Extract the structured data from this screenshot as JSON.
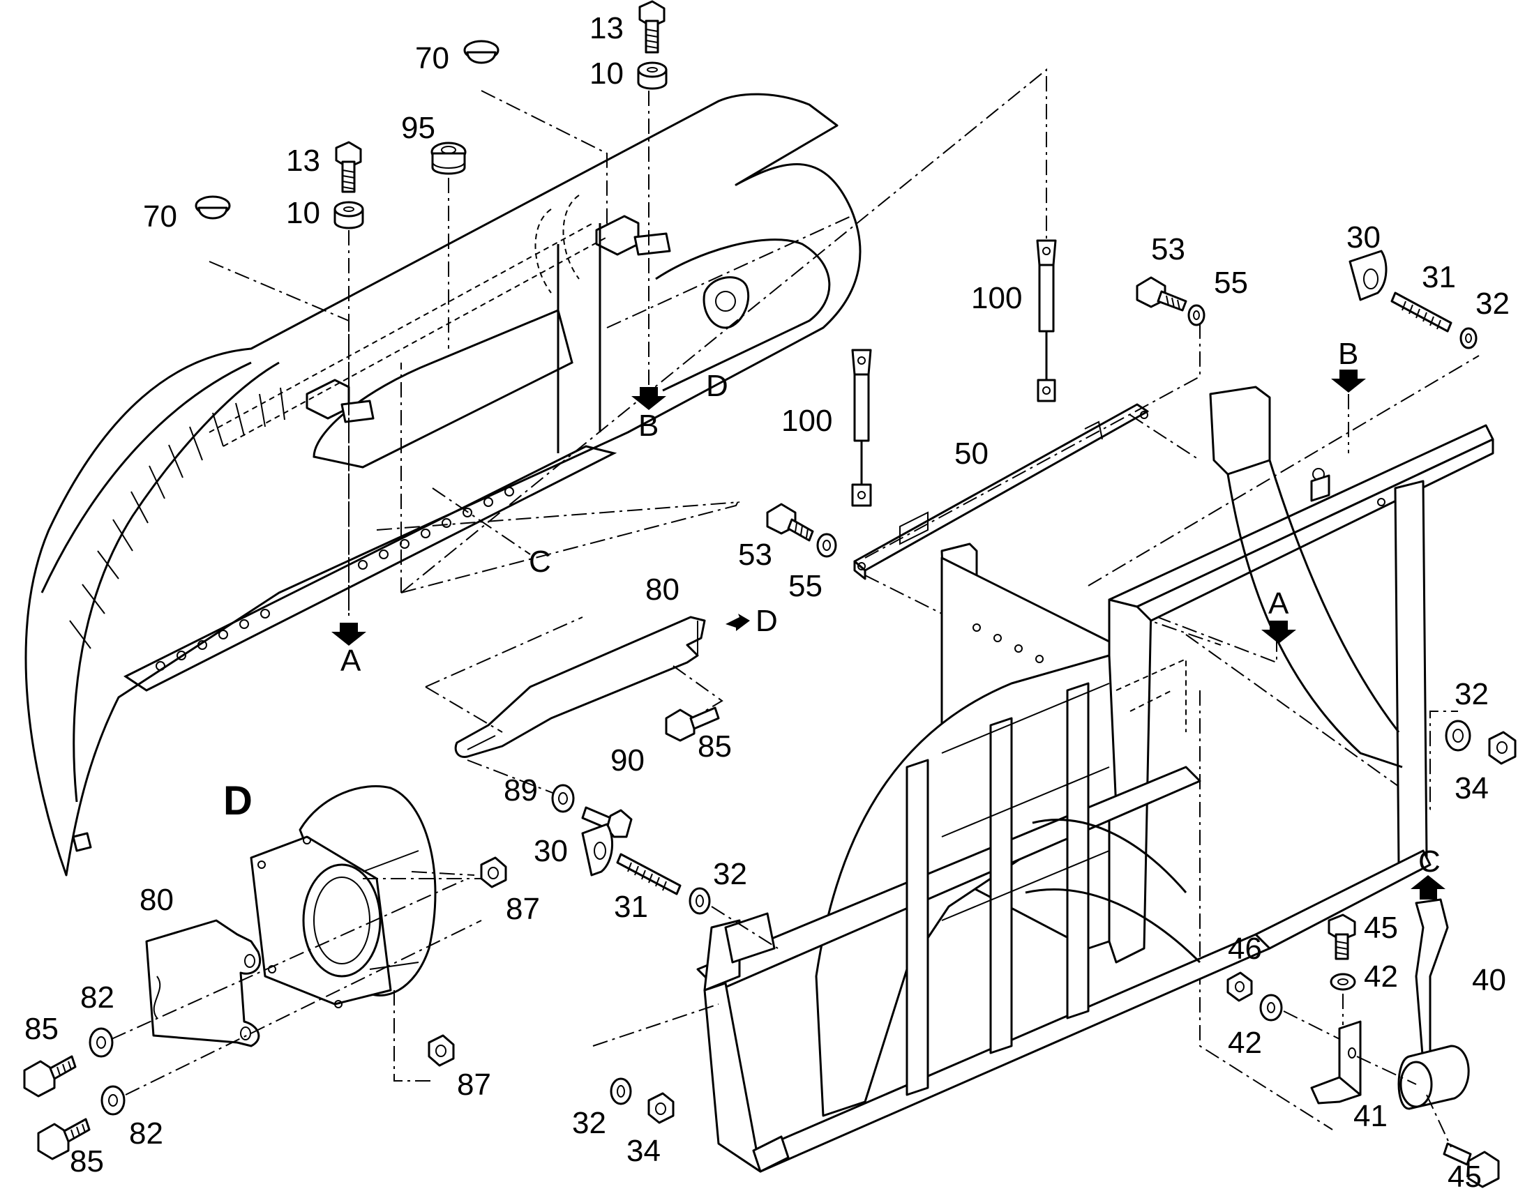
{
  "detail_title": "D",
  "callouts": [
    {
      "id": "c-13-top",
      "text": "13"
    },
    {
      "id": "c-10-top",
      "text": "10"
    },
    {
      "id": "c-70-top",
      "text": "70"
    },
    {
      "id": "c-95",
      "text": "95"
    },
    {
      "id": "c-13-left",
      "text": "13"
    },
    {
      "id": "c-10-left",
      "text": "10"
    },
    {
      "id": "c-70-left",
      "text": "70"
    },
    {
      "id": "c-100-a",
      "text": "100"
    },
    {
      "id": "c-100-b",
      "text": "100"
    },
    {
      "id": "c-53-top",
      "text": "53"
    },
    {
      "id": "c-55-top",
      "text": "55"
    },
    {
      "id": "c-30-top",
      "text": "30"
    },
    {
      "id": "c-31-top",
      "text": "31"
    },
    {
      "id": "c-32-top",
      "text": "32"
    },
    {
      "id": "c-50",
      "text": "50"
    },
    {
      "id": "c-53-mid",
      "text": "53"
    },
    {
      "id": "c-55-mid",
      "text": "55"
    },
    {
      "id": "c-80-mid",
      "text": "80"
    },
    {
      "id": "c-85-mid",
      "text": "85"
    },
    {
      "id": "c-90",
      "text": "90"
    },
    {
      "id": "c-89",
      "text": "89"
    },
    {
      "id": "c-30-mid",
      "text": "30"
    },
    {
      "id": "c-31-mid",
      "text": "31"
    },
    {
      "id": "c-32-mid",
      "text": "32"
    },
    {
      "id": "c-32-right",
      "text": "32"
    },
    {
      "id": "c-34-right",
      "text": "34"
    },
    {
      "id": "c-87-top",
      "text": "87"
    },
    {
      "id": "c-87-bot",
      "text": "87"
    },
    {
      "id": "c-80-det",
      "text": "80"
    },
    {
      "id": "c-82-top",
      "text": "82"
    },
    {
      "id": "c-82-bot",
      "text": "82"
    },
    {
      "id": "c-85-det-top",
      "text": "85"
    },
    {
      "id": "c-85-det-bot",
      "text": "85"
    },
    {
      "id": "c-32-bot",
      "text": "32"
    },
    {
      "id": "c-34-bot",
      "text": "34"
    },
    {
      "id": "c-46",
      "text": "46"
    },
    {
      "id": "c-42-left",
      "text": "42"
    },
    {
      "id": "c-45-top",
      "text": "45"
    },
    {
      "id": "c-42-right",
      "text": "42"
    },
    {
      "id": "c-40",
      "text": "40"
    },
    {
      "id": "c-41",
      "text": "41"
    },
    {
      "id": "c-45-bot",
      "text": "45"
    }
  ],
  "ref_letters": [
    {
      "id": "r-B-upper",
      "text": "B"
    },
    {
      "id": "r-D-upper",
      "text": "D"
    },
    {
      "id": "r-C-upper",
      "text": "C"
    },
    {
      "id": "r-A-upper",
      "text": "A"
    },
    {
      "id": "r-D-bracket",
      "text": "D"
    },
    {
      "id": "r-B-frame",
      "text": "B"
    },
    {
      "id": "r-A-frame",
      "text": "A"
    },
    {
      "id": "r-C-lever",
      "text": "C"
    }
  ]
}
